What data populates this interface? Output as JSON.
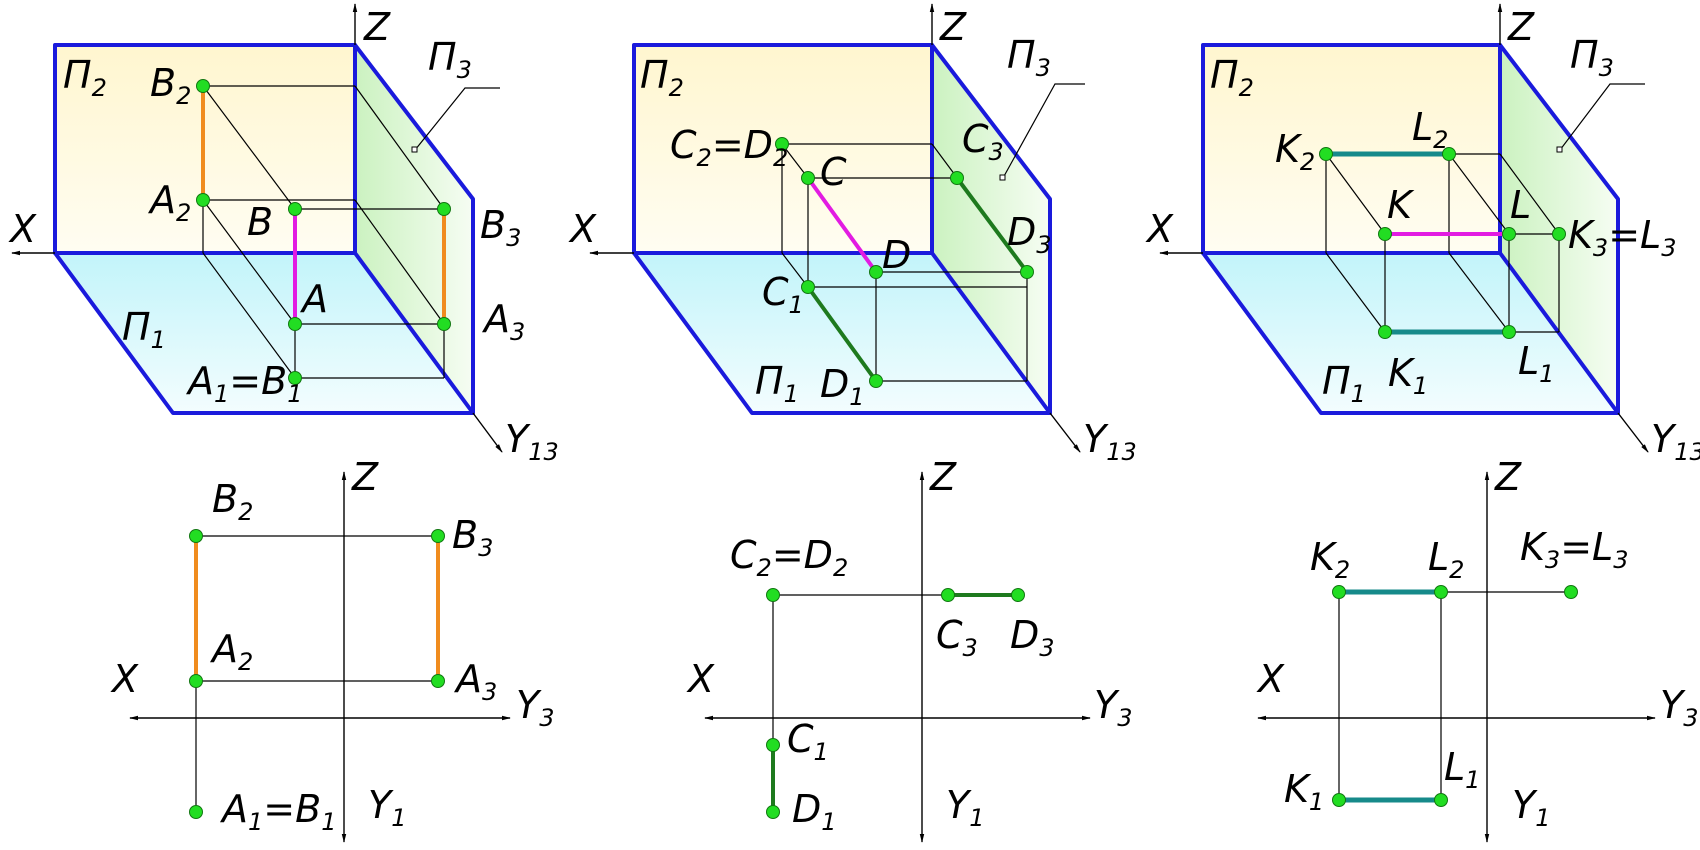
{
  "colors": {
    "plane_border": "#1a1adc",
    "point": "#22dd22",
    "orange": "#f08c1e",
    "magenta": "#e21be2",
    "dark_green": "#1e7a1e",
    "teal": "#168a8a",
    "frontal_fill": "#fff9d8",
    "horizontal_fill": "#c9f7fb",
    "profile_fill": "#d8f5cf"
  },
  "iso_labels": {
    "X": "X",
    "Z": "Z",
    "Y": "Y",
    "Y_sub": "13",
    "P": "П",
    "P2_sub": "2",
    "P1_sub": "1",
    "P3_sub": "3"
  },
  "epure_labels": {
    "X": "X",
    "Z": "Z",
    "Y": "Y",
    "Y3_sub": "3",
    "Y1_sub": "1"
  },
  "panel1": {
    "B2": "B",
    "B2_sub": "2",
    "A2": "A",
    "A2_sub": "2",
    "B": "B",
    "A": "A",
    "B3": "B",
    "B3_sub": "3",
    "A3": "A",
    "A3_sub": "3",
    "A1B1_a": "A",
    "A1B1_a_sub": "1",
    "A1B1_eq": "=",
    "A1B1_b": "B",
    "A1B1_b_sub": "1",
    "ep_B2": "B",
    "ep_B2_sub": "2",
    "ep_B3": "B",
    "ep_B3_sub": "3",
    "ep_A2": "A",
    "ep_A2_sub": "2",
    "ep_A3": "A",
    "ep_A3_sub": "3",
    "ep_A1B1_a": "A",
    "ep_A1B1_a_sub": "1",
    "ep_A1B1_eq": "=",
    "ep_A1B1_b": "B",
    "ep_A1B1_b_sub": "1"
  },
  "panel2": {
    "C2D2_a": "C",
    "C2D2_a_sub": "2",
    "C2D2_eq": "=",
    "C2D2_b": "D",
    "C2D2_b_sub": "2",
    "C": "C",
    "D": "D",
    "C1": "C",
    "C1_sub": "1",
    "D1": "D",
    "D1_sub": "1",
    "C3": "C",
    "C3_sub": "3",
    "D3": "D",
    "D3_sub": "3",
    "ep_C2D2_a": "C",
    "ep_C2D2_a_sub": "2",
    "ep_C2D2_eq": "=",
    "ep_C2D2_b": "D",
    "ep_C2D2_b_sub": "2",
    "ep_C3": "C",
    "ep_C3_sub": "3",
    "ep_D3": "D",
    "ep_D3_sub": "3",
    "ep_C1": "C",
    "ep_C1_sub": "1",
    "ep_D1": "D",
    "ep_D1_sub": "1"
  },
  "panel3": {
    "K2": "K",
    "K2_sub": "2",
    "L2": "L",
    "L2_sub": "2",
    "K": "K",
    "L": "L",
    "K3L3_a": "K",
    "K3L3_a_sub": "3",
    "K3L3_eq": "=",
    "K3L3_b": "L",
    "K3L3_b_sub": "3",
    "K1": "K",
    "K1_sub": "1",
    "L1": "L",
    "L1_sub": "1",
    "ep_K2": "K",
    "ep_K2_sub": "2",
    "ep_L2": "L",
    "ep_L2_sub": "2",
    "ep_K3L3_a": "K",
    "ep_K3L3_a_sub": "3",
    "ep_K3L3_eq": "=",
    "ep_K3L3_b": "L",
    "ep_K3L3_b_sub": "3",
    "ep_K1": "K",
    "ep_K1_sub": "1",
    "ep_L1": "L",
    "ep_L1_sub": "1"
  }
}
